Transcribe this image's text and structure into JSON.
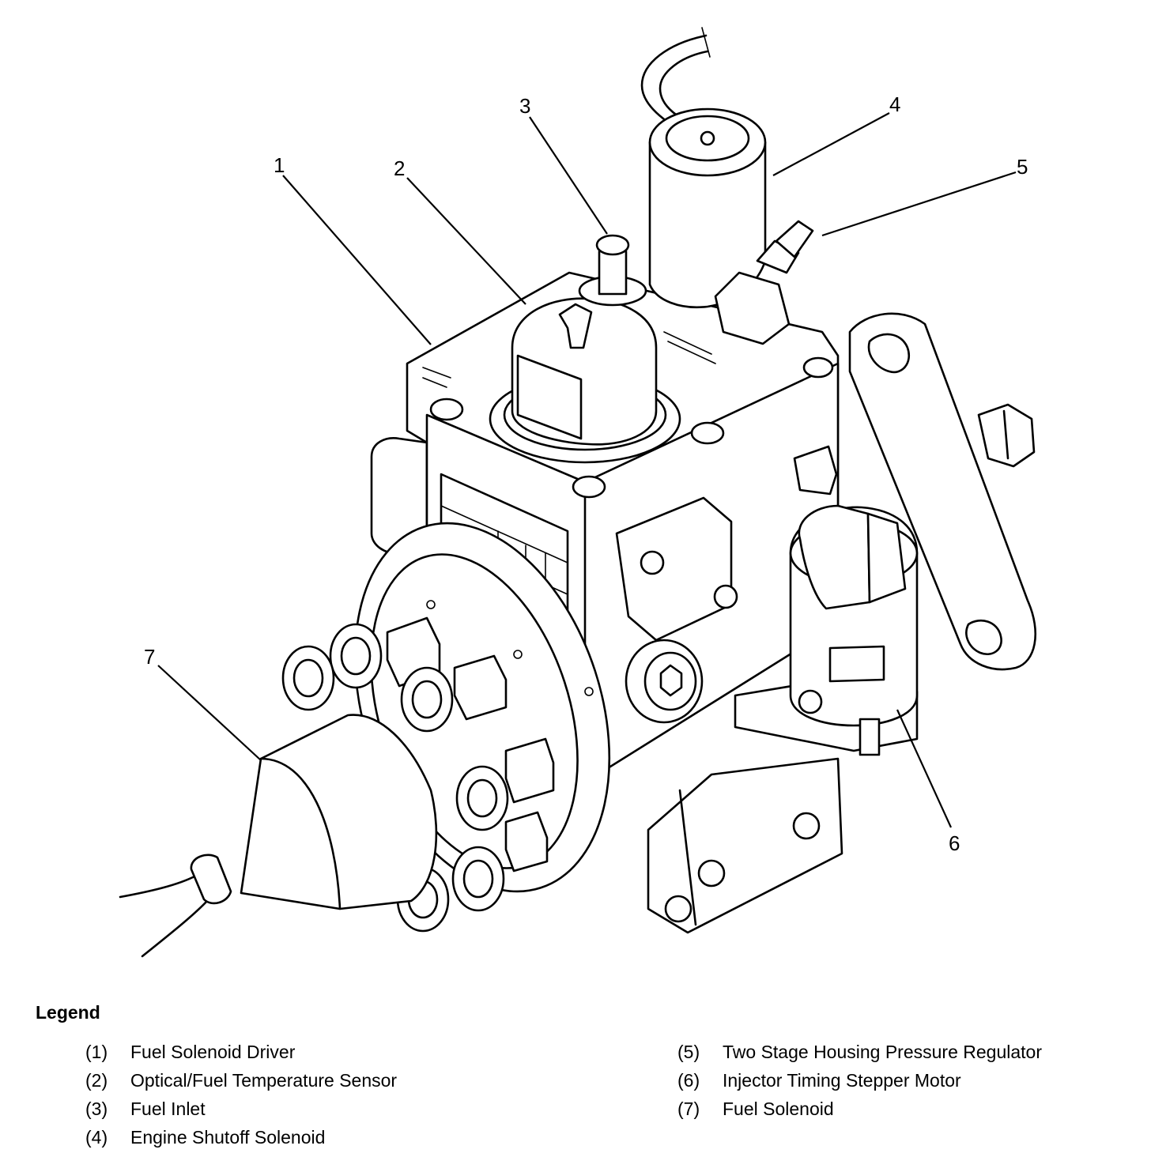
{
  "callouts": [
    "1",
    "2",
    "3",
    "4",
    "5",
    "6",
    "7"
  ],
  "legend": {
    "title": "Legend",
    "left_items": [
      {
        "num": "(1)",
        "label": "Fuel Solenoid Driver"
      },
      {
        "num": "(2)",
        "label": "Optical/Fuel Temperature Sensor"
      },
      {
        "num": "(3)",
        "label": "Fuel Inlet"
      },
      {
        "num": "(4)",
        "label": "Engine Shutoff Solenoid"
      }
    ],
    "right_items": [
      {
        "num": "(5)",
        "label": "Two Stage Housing Pressure Regulator"
      },
      {
        "num": "(6)",
        "label": "Injector Timing Stepper Motor"
      },
      {
        "num": "(7)",
        "label": "Fuel Solenoid"
      }
    ]
  }
}
